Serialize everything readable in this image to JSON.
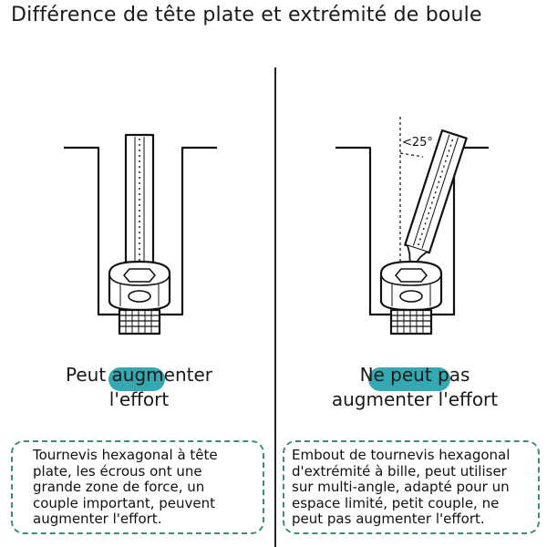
{
  "title": "Différence de tête plate et extrémité de boule",
  "left": {
    "caption_line1": "Peut augmenter",
    "caption_line2": "l'effort",
    "description": "Tournevis hexagonal à tête plate, les écrous ont une grande zone de force, un couple important, peuvent augmenter l'effort."
  },
  "right": {
    "angle_label": "<25°",
    "caption_line1": "Ne peut pas",
    "caption_line2": "augmenter l'effort",
    "description": "Embout de tournevis hexagonal d'extrémité à bille, peut utiliser sur multi-angle, adapté pour un espace limité, petit couple, ne peut pas augmenter l'effort."
  },
  "colors": {
    "highlight": "#2aa3ad",
    "box_border": "#3d8f6e",
    "line": "#111111"
  }
}
